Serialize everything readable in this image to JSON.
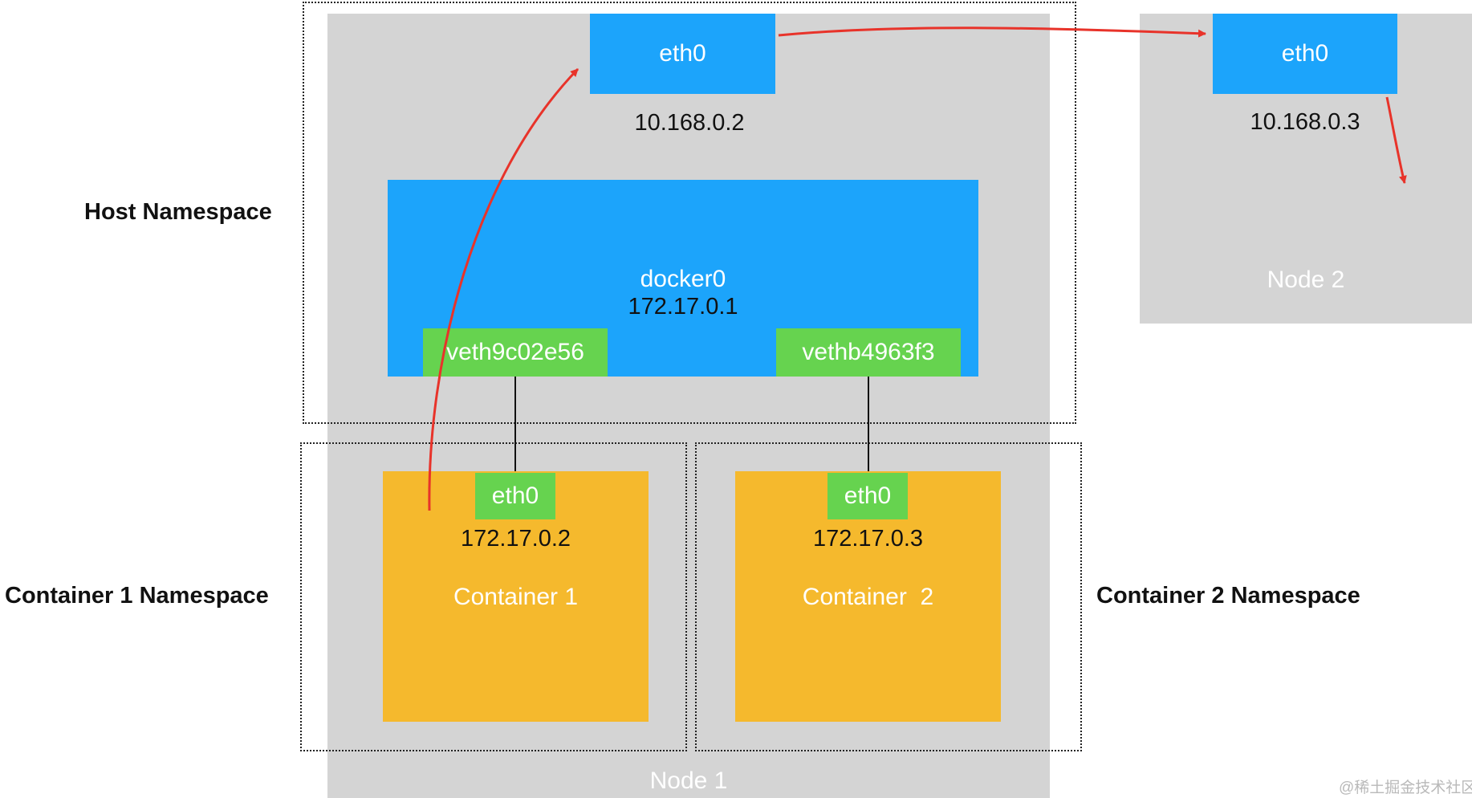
{
  "colors": {
    "node_gray": "#d4d4d4",
    "interface_blue": "#1ca4fb",
    "veth_green": "#66d34f",
    "container_yellow": "#f5b92d",
    "arrow_red": "#e8332a"
  },
  "namespaces": {
    "host": "Host Namespace",
    "container1": "Container 1 Namespace",
    "container2": "Container 2 Namespace"
  },
  "node1": {
    "label": "Node 1",
    "eth0": {
      "label": "eth0",
      "ip": "10.168.0.2"
    },
    "docker0": {
      "label": "docker0",
      "ip": "172.17.0.1"
    },
    "veth1": "veth9c02e56",
    "veth2": "vethb4963f3",
    "container1": {
      "label": "Container 1",
      "eth0": "eth0",
      "ip": "172.17.0.2"
    },
    "container2": {
      "label": "Container  2",
      "eth0": "eth0",
      "ip": "172.17.0.3"
    }
  },
  "node2": {
    "label": "Node 2",
    "eth0": {
      "label": "eth0",
      "ip": "10.168.0.3"
    }
  },
  "watermark": "@稀土掘金技术社区"
}
